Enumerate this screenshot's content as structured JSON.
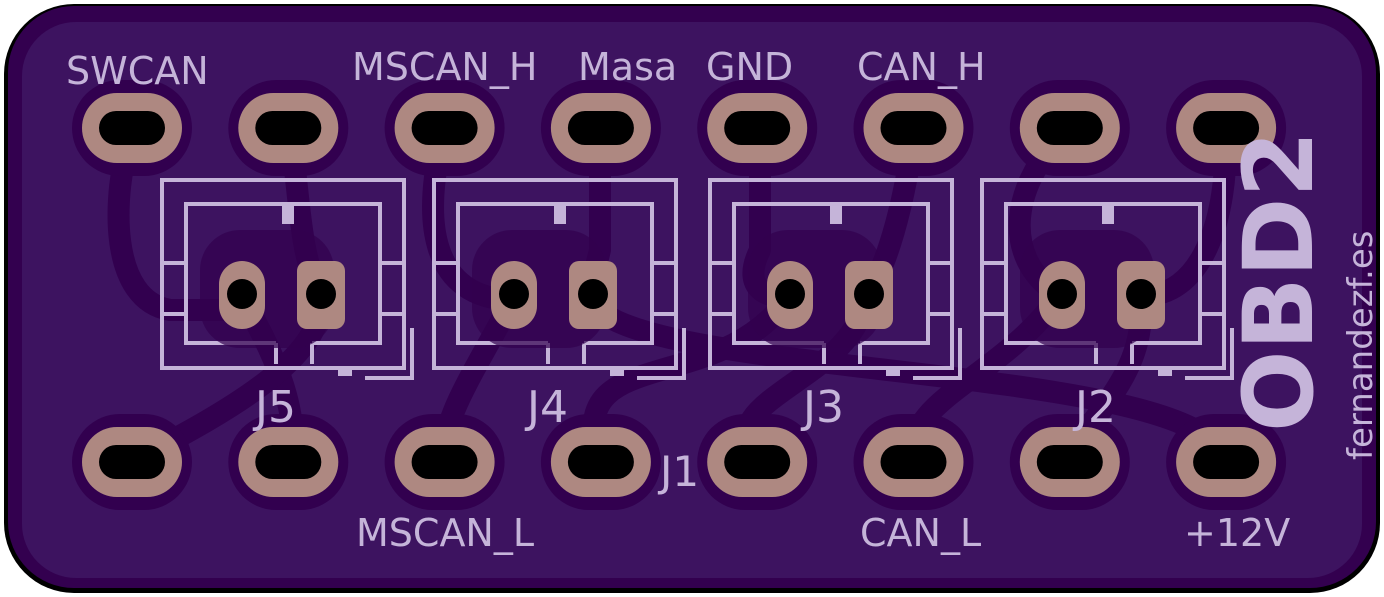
{
  "board": {
    "title": "OBD2",
    "website": "fernandezf.es",
    "colors": {
      "outline": "#000000",
      "board_edge": "#33004f",
      "board": "#3d1360",
      "copper_trace": "#32004f",
      "pad": "#ae8881",
      "drill": "#000000",
      "silkscreen": "#c5b4d9"
    }
  },
  "top_labels": [
    {
      "text": "SWCAN"
    },
    {
      "text": "MSCAN_H"
    },
    {
      "text": "Masa"
    },
    {
      "text": "GND"
    },
    {
      "text": "CAN_H"
    }
  ],
  "bottom_labels": [
    {
      "text": "MSCAN_L"
    },
    {
      "text": "CAN_L"
    },
    {
      "text": "+12V"
    }
  ],
  "main_connector": {
    "ref": "J1",
    "pin_count": 16
  },
  "connectors": [
    {
      "ref": "J5",
      "pins": 2
    },
    {
      "ref": "J4",
      "pins": 2
    },
    {
      "ref": "J3",
      "pins": 2
    },
    {
      "ref": "J2",
      "pins": 2
    }
  ]
}
